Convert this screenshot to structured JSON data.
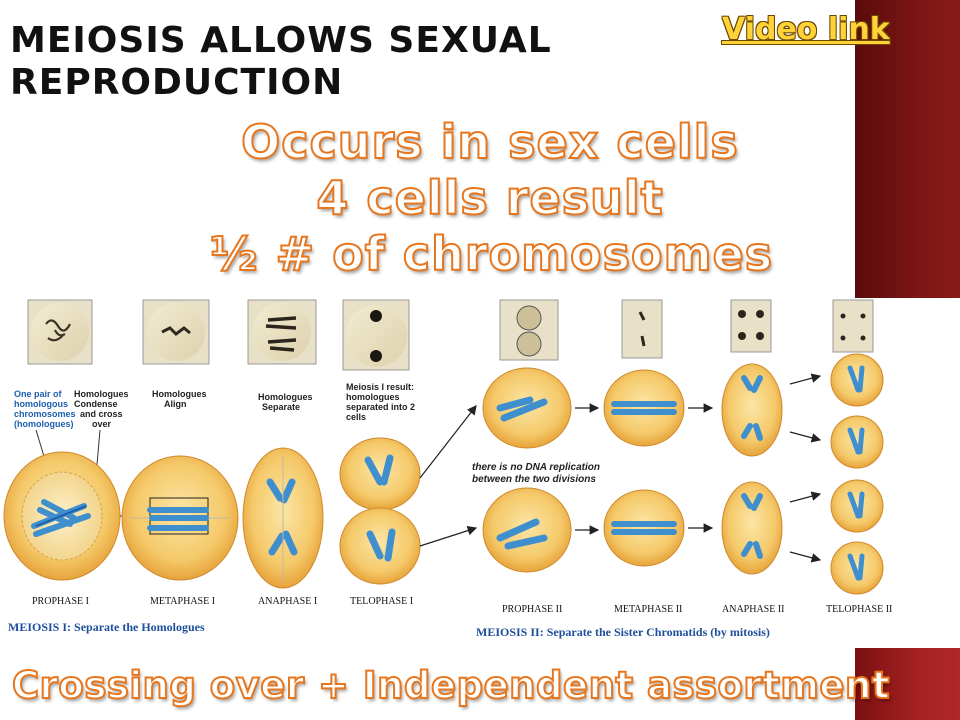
{
  "slide": {
    "title_line1": "Meiosis allows sexual",
    "title_line2": "reproduction",
    "video_link": "Video link",
    "bullets": [
      "Occurs in sex cells",
      "4 cells result",
      "½ # of chromosomes"
    ],
    "bottom_text": "Crossing over + Independent assortment",
    "colors": {
      "accent": "#7a1414",
      "text_outline": "#e7771f",
      "link": "#ffd23a"
    }
  },
  "diagram": {
    "meiosis1": {
      "phases": [
        "PROPHASE I",
        "METAPHASE I",
        "ANAPHASE I",
        "TELOPHASE I"
      ],
      "notes": {
        "pair": [
          "One pair of",
          "homologous",
          "chromosomes",
          "(homologues)"
        ],
        "condense": [
          "Homologues",
          "Condense",
          "and cross",
          "over"
        ],
        "align": [
          "Homologues",
          "Align"
        ],
        "separate": [
          "Homologues",
          "Separate"
        ],
        "result": [
          "Meiosis I result:",
          "homologues",
          "separated into 2",
          "cells"
        ]
      },
      "caption": "MEIOSIS I: Separate the Homologues"
    },
    "meiosis2": {
      "phases": [
        "PROPHASE II",
        "METAPHASE II",
        "ANAPHASE II",
        "TELOPHASE II"
      ],
      "note": [
        "there is no DNA replication",
        "between the two divisions"
      ],
      "caption": "MEIOSIS II:  Separate the Sister Chromatids (by mitosis)"
    }
  }
}
